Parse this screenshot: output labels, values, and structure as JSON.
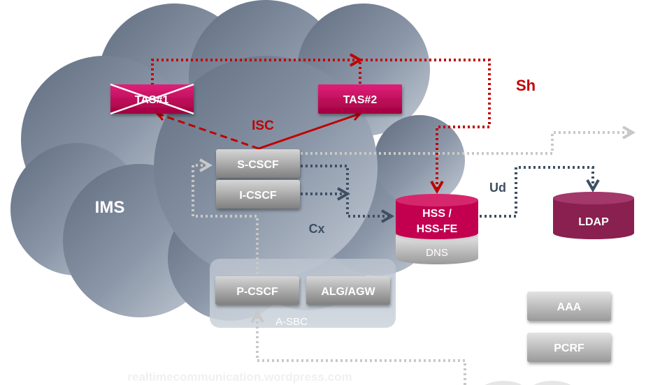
{
  "diagram": {
    "cloud_label": "IMS",
    "nodes": {
      "tas1": "TAS#1",
      "tas2": "TAS#2",
      "s_cscf": "S-CSCF",
      "i_cscf": "I-CSCF",
      "p_cscf": "P-CSCF",
      "alg_agw": "ALG/AGW",
      "hss_line1": "HSS /",
      "hss_line2": "HSS-FE",
      "dns": "DNS",
      "ldap": "LDAP",
      "aaa": "AAA",
      "pcrf": "PCRF"
    },
    "groups": {
      "a_sbc": "A-SBC"
    },
    "interfaces": {
      "isc": "ISC",
      "sh": "Sh",
      "cx": "Cx",
      "ud": "Ud"
    },
    "watermark": "realtimecommunication.wordpress.com",
    "tas1_state": "crossed-out",
    "colors": {
      "magenta": "#c2004f",
      "maroon": "#8a2050",
      "red_link": "#c00000",
      "slate_link": "#3e4f63",
      "grey_link": "#c8c8c8"
    }
  }
}
